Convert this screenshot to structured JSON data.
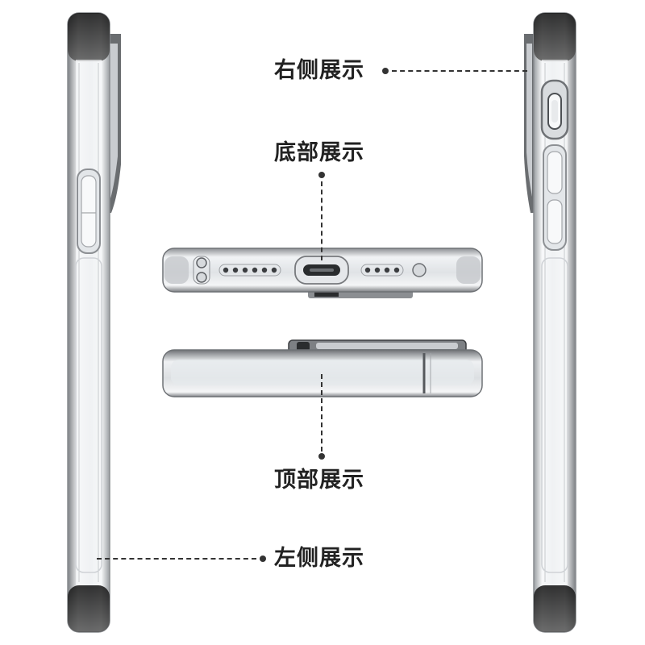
{
  "labels": {
    "right_side": "右侧展示",
    "bottom": "底部展示",
    "top": "顶部展示",
    "left_side": "左侧展示"
  },
  "colors": {
    "background": "#ffffff",
    "text": "#222222",
    "frame_dark": "#1a1a1a",
    "frame_clear": "#e9ecef"
  }
}
